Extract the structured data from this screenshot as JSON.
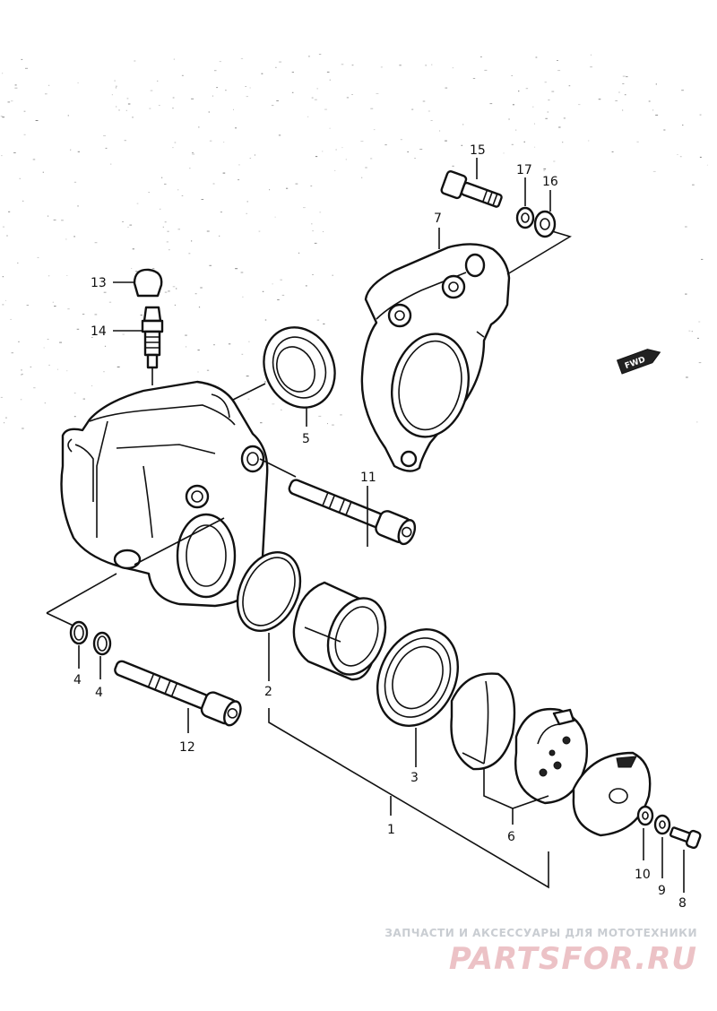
{
  "labels": {
    "p1": "1",
    "p2": "2",
    "p3": "3",
    "p4a": "4",
    "p4b": "4",
    "p5": "5",
    "p6": "6",
    "p7": "7",
    "p8": "8",
    "p9": "9",
    "p10": "10",
    "p11": "11",
    "p12": "12",
    "p13": "13",
    "p14": "14",
    "p15": "15",
    "p16": "16",
    "p17": "17"
  },
  "fwd_badge": "FWD",
  "watermark": {
    "tagline": "ЗАПЧАСТИ И АКСЕССУАРЫ ДЛЯ МОТОТЕХНИКИ",
    "brand": "PARTSFOR.RU"
  }
}
